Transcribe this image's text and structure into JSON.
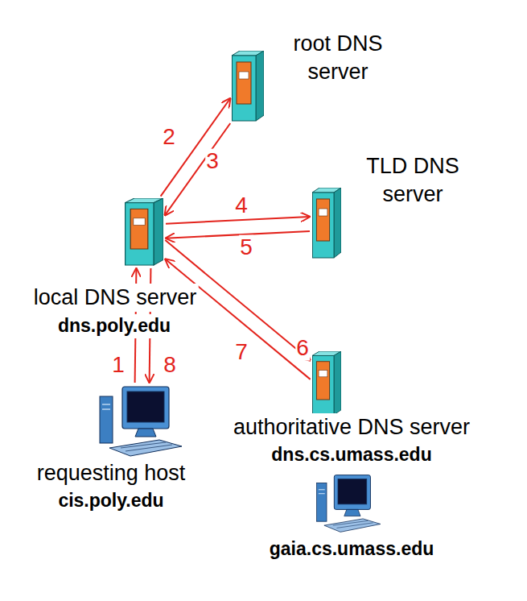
{
  "diagram": {
    "nodes": [
      {
        "text": [
          "root DNS server"
        ]
      },
      {
        "text": [
          "TLD DNS server"
        ]
      },
      {
        "text": [
          "local DNS server",
          "dns.poly.edu"
        ]
      },
      {
        "text": [
          "authoritative DNS server",
          "dns.cs.umass.edu"
        ]
      },
      {
        "text": [
          "requesting host",
          "cis.poly.edu"
        ]
      },
      {
        "text": [
          "gaia.cs.umass.edu"
        ]
      }
    ],
    "edges": [
      {
        "from": 4,
        "to": 2,
        "label": "1",
        "arrow": "to"
      },
      {
        "from": 2,
        "to": 0,
        "label": "2",
        "arrow": "to"
      },
      {
        "from": 0,
        "to": 2,
        "label": "3",
        "arrow": "to"
      },
      {
        "from": 2,
        "to": 1,
        "label": "4",
        "arrow": "to"
      },
      {
        "from": 1,
        "to": 2,
        "label": "5",
        "arrow": "to"
      },
      {
        "from": 2,
        "to": 3,
        "label": "6",
        "arrow": "to"
      },
      {
        "from": 3,
        "to": 2,
        "label": "7",
        "arrow": "to"
      },
      {
        "from": 2,
        "to": 4,
        "label": "8",
        "arrow": "to"
      }
    ]
  }
}
